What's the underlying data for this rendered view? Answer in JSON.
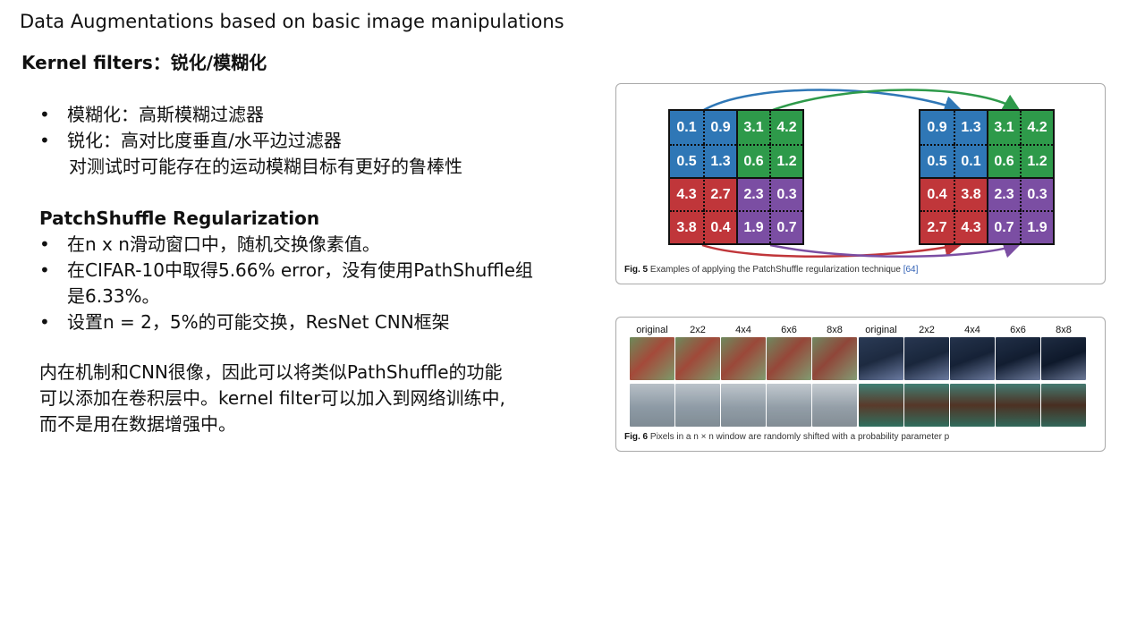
{
  "slide": {
    "title": "Data Augmentations based on basic image manipulations",
    "subtitle": "Kernel filters：锐化/模糊化"
  },
  "kernel_section": {
    "bullets": [
      "模糊化：高斯模糊过滤器",
      "锐化：高对比度垂直/水平边过滤器"
    ],
    "continuation": "对测试时可能存在的运动模糊目标有更好的鲁棒性"
  },
  "patchshuffle_section": {
    "heading": "PatchShuffle Regularization",
    "bullets": [
      "在n x n滑动窗口中，随机交换像素值。",
      "在CIFAR-10中取得5.66% error，没有使用PathShuffle组",
      "设置n = 2，5%的可能交换，ResNet CNN框架"
    ],
    "bullet2_continuation": "是6.33%。"
  },
  "conclusion": {
    "lines": [
      "内在机制和CNN很像，因此可以将类似PathShuffle的功能",
      "可以添加在卷积层中。kernel filter可以加入到网络训练中,",
      "而不是用在数据增强中。"
    ]
  },
  "fig5": {
    "caption_label": "Fig. 5",
    "caption_text": "Examples of applying the PatchShuffle regularization technique",
    "caption_ref": "[64]",
    "left_grid": [
      [
        "0.1",
        "0.9",
        "3.1",
        "4.2"
      ],
      [
        "0.5",
        "1.3",
        "0.6",
        "1.2"
      ],
      [
        "4.3",
        "2.7",
        "2.3",
        "0.3"
      ],
      [
        "3.8",
        "0.4",
        "1.9",
        "0.7"
      ]
    ],
    "right_grid": [
      [
        "0.9",
        "1.3",
        "3.1",
        "4.2"
      ],
      [
        "0.5",
        "0.1",
        "0.6",
        "1.2"
      ],
      [
        "0.4",
        "3.8",
        "2.3",
        "0.3"
      ],
      [
        "2.7",
        "4.3",
        "0.7",
        "1.9"
      ]
    ],
    "colors": {
      "blue": "#2f77b6",
      "green": "#2e9a4a",
      "red": "#c0363a",
      "purple": "#7b4ea3"
    }
  },
  "fig6": {
    "caption_label": "Fig. 6",
    "caption_text": "Pixels in a n × n window are randomly shifted with a probability parameter p",
    "column_labels": [
      "original",
      "2x2",
      "4x4",
      "6x6",
      "8x8",
      "original",
      "2x2",
      "4x4",
      "6x6",
      "8x8"
    ]
  }
}
